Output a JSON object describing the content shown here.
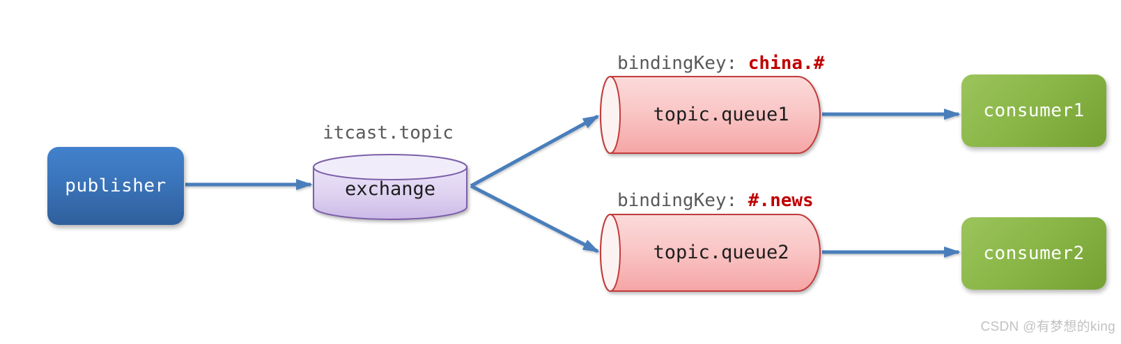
{
  "diagram": {
    "publisher": {
      "label": "publisher"
    },
    "exchange": {
      "title": "itcast.topic",
      "label": "exchange"
    },
    "queues": [
      {
        "label": "topic.queue1",
        "binding_key_prefix": "bindingKey:",
        "binding_key": "china.#"
      },
      {
        "label": "topic.queue2",
        "binding_key_prefix": "bindingKey:",
        "binding_key": "#.news"
      }
    ],
    "consumers": [
      {
        "label": "consumer1"
      },
      {
        "label": "consumer2"
      }
    ],
    "watermark": "CSDN @有梦想的king",
    "colors": {
      "arrow": "#4a7ebb",
      "publisher_top": "#4281cc",
      "publisher_bottom": "#2f5f9c",
      "consumer_top": "#9cc45c",
      "consumer_bottom": "#74a132",
      "exchange_border": "#7c5fa8",
      "exchange_top_fill": "#f1ecfa",
      "queue_border": "#c23b3b",
      "queue_face_fill": "#fdf2f2",
      "binding_key_red": "#c00000",
      "label_gray": "#595959",
      "watermark_gray": "#c2c2c2"
    }
  }
}
